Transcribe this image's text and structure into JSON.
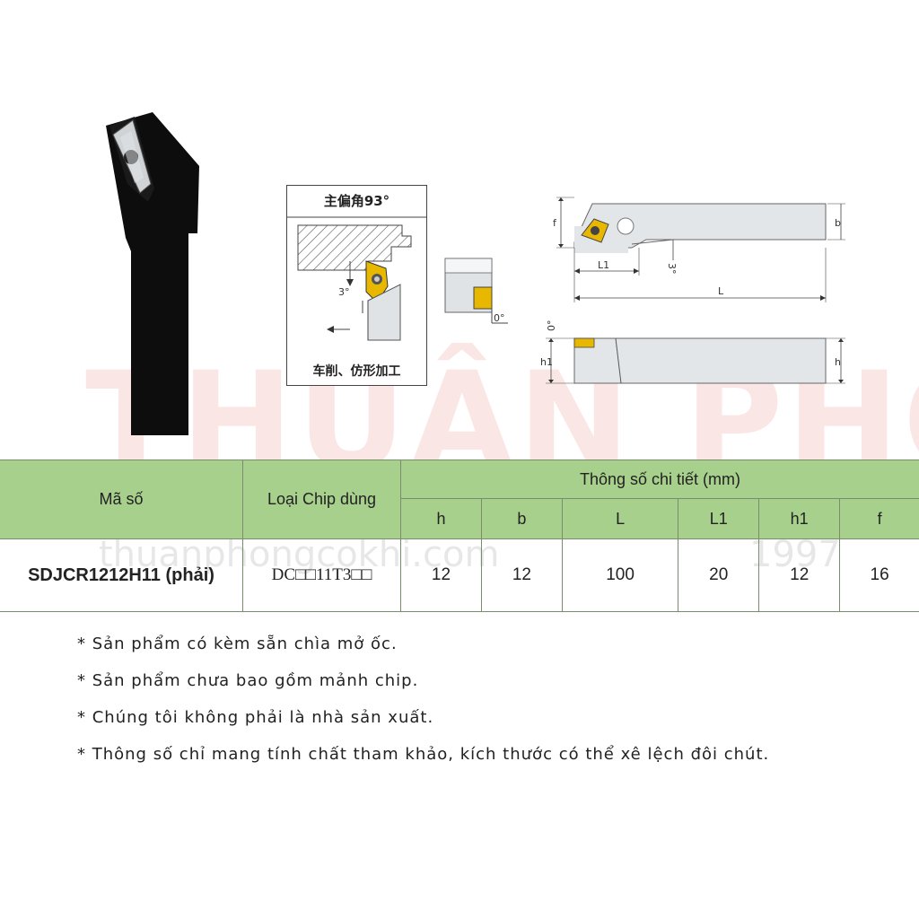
{
  "watermark": {
    "brand": "THUẬN PHONG",
    "site": "thuanphongcokhi.com",
    "year": "1997"
  },
  "diagram": {
    "title": "主偏角93°",
    "footer": "车削、仿形加工",
    "angle_3": "3°",
    "angle_0": "0°",
    "dim_f": "f",
    "dim_b": "b",
    "dim_L1": "L1",
    "dim_L": "L",
    "dim_h1": "h1",
    "dim_h": "h",
    "angle_3b": "3°",
    "angle_0b": "0°"
  },
  "table": {
    "col_code": "Mã số",
    "col_chip": "Loại Chip dùng",
    "group_header": "Thông số chi tiết (mm)",
    "sub_headers": [
      "h",
      "b",
      "L",
      "L1",
      "h1",
      "f"
    ],
    "rows": [
      {
        "code": "SDJCR1212H11 (phải)",
        "chip": "DC□□11T3□□",
        "values": [
          "12",
          "12",
          "100",
          "20",
          "12",
          "16"
        ]
      }
    ]
  },
  "notes": [
    "* Sản phẩm có kèm sẵn chìa mở ốc.",
    "* Sản phẩm chưa bao gồm mảnh chip.",
    "* Chúng tôi không phải là nhà sản xuất.",
    "* Thông số chỉ mang tính chất tham khảo, kích thước có thể xê lệch đôi chút."
  ],
  "colors": {
    "header_green": "#a8d08d",
    "insert_gold": "#e8b800",
    "tool_black": "#111111"
  }
}
